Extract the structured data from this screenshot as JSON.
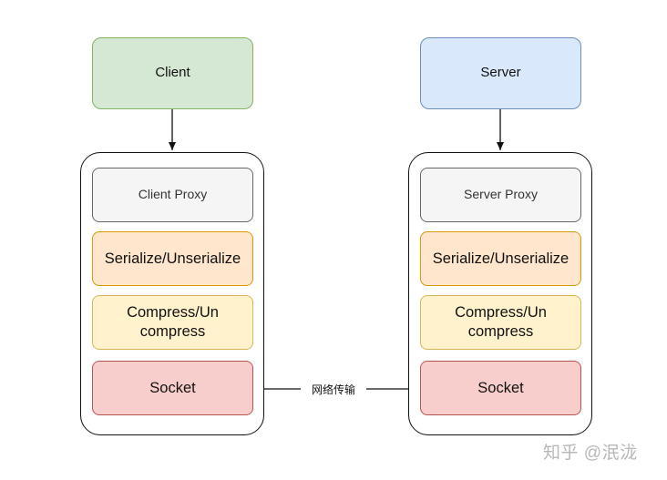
{
  "client": {
    "title": "Client",
    "layers": {
      "proxy": "Client Proxy",
      "serialize": "Serialize/Unserialize",
      "compress": "Compress/Un compress",
      "socket": "Socket"
    }
  },
  "server": {
    "title": "Server",
    "layers": {
      "proxy": "Server Proxy",
      "serialize": "Serialize/Unserialize",
      "compress": "Compress/Un compress",
      "socket": "Socket"
    }
  },
  "connection": {
    "label": "网络传输"
  },
  "watermark": "知乎 @泯泷",
  "colors": {
    "client_fill": "#d5e8d4",
    "server_fill": "#dae8fc",
    "proxy_fill": "#f5f5f5",
    "serialize_fill": "#ffe6cc",
    "compress_fill": "#fff2cc",
    "socket_fill": "#f8cecc"
  }
}
